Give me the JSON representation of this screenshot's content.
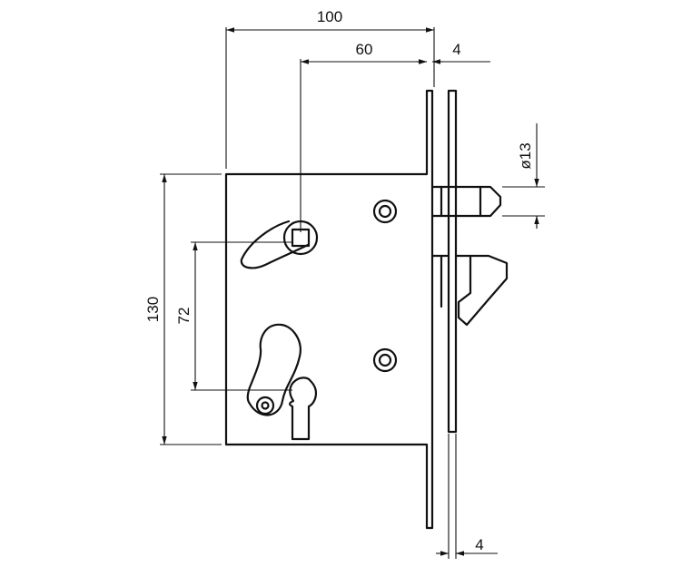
{
  "dimensions": {
    "total_width": "100",
    "backset": "60",
    "faceplate_thickness": "4",
    "bolt_diameter": "ø13",
    "body_height": "130",
    "center_distance": "72",
    "strike_thickness": "4"
  },
  "colors": {
    "line": "#111111",
    "background": "#ffffff"
  }
}
